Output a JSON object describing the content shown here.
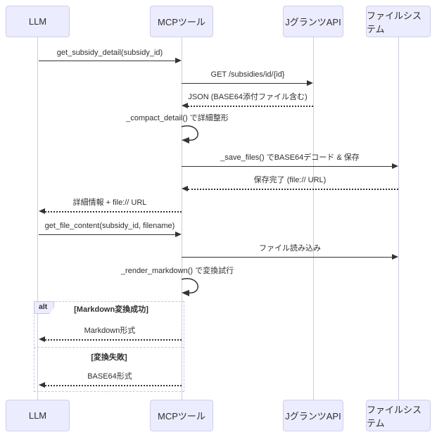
{
  "diagram_type": "sequence-diagram",
  "participants": {
    "llm": "LLM",
    "mcp": "MCPツール",
    "jgrants": "JグランツAPI",
    "fs": "ファイルシステム"
  },
  "messages": [
    {
      "from": "LLM",
      "to": "MCPツール",
      "style": "solid",
      "text": "get_subsidy_detail(subsidy_id)"
    },
    {
      "from": "MCPツール",
      "to": "JグランツAPI",
      "style": "solid",
      "text": "GET /subsidies/id/{id}"
    },
    {
      "from": "JグランツAPI",
      "to": "MCPツール",
      "style": "dotted",
      "text": "JSON (BASE64添付ファイル含む)"
    },
    {
      "from": "MCPツール",
      "to": "MCPツール",
      "style": "self",
      "text": "_compact_detail() で詳細整形"
    },
    {
      "from": "MCPツール",
      "to": "ファイルシステム",
      "style": "solid",
      "text": "_save_files() でBASE64デコード & 保存"
    },
    {
      "from": "ファイルシステム",
      "to": "MCPツール",
      "style": "dotted",
      "text": "保存完了 (file:// URL)"
    },
    {
      "from": "MCPツール",
      "to": "LLM",
      "style": "dotted",
      "text": "詳細情報 + file:// URL"
    },
    {
      "from": "LLM",
      "to": "MCPツール",
      "style": "solid",
      "text": "get_file_content(subsidy_id, filename)"
    },
    {
      "from": "MCPツール",
      "to": "ファイルシステム",
      "style": "solid",
      "text": "ファイル読み込み"
    },
    {
      "from": "MCPツール",
      "to": "MCPツール",
      "style": "self",
      "text": "_render_markdown() で変換試行"
    }
  ],
  "alt": {
    "label": "alt",
    "branches": [
      {
        "condition": "[Markdown変換成功]",
        "message": {
          "from": "MCPツール",
          "to": "LLM",
          "style": "dotted",
          "text": "Markdown形式"
        }
      },
      {
        "condition": "[変換失敗]",
        "message": {
          "from": "MCPツール",
          "to": "LLM",
          "style": "dotted",
          "text": "BASE64形式"
        }
      }
    ]
  },
  "colors": {
    "actor_fill": "#ECECFF",
    "actor_border": "#CFCFE8",
    "lifeline_color": "#CCCCE3",
    "arrow_color": "#333333",
    "frame_border": "#C5C5E8",
    "text_color": "#2F2F2F",
    "bg": "#FFFFFF"
  }
}
